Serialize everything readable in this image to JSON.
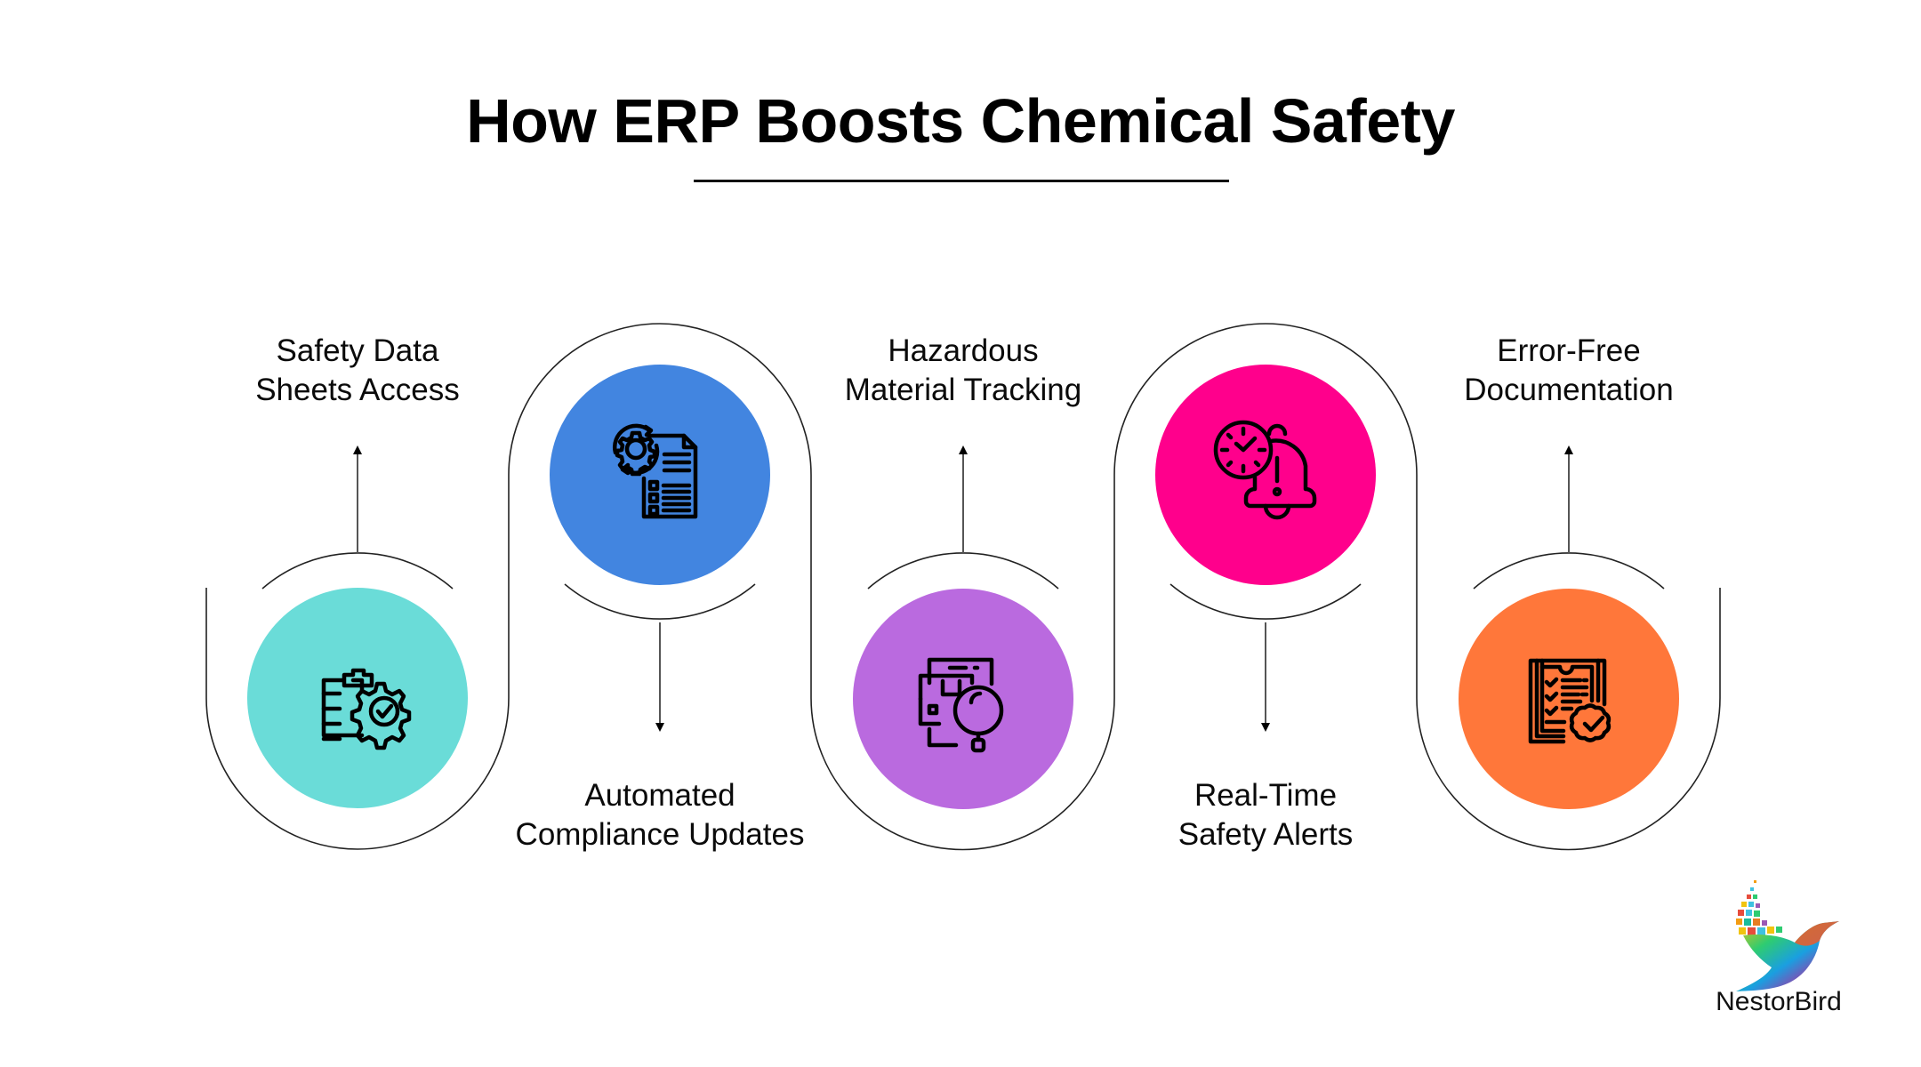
{
  "header": {
    "title": "How ERP Boosts Chemical Safety"
  },
  "steps": [
    {
      "id": 1,
      "position": "bottom",
      "label_position": "above",
      "label_lines": [
        "Safety Data",
        "Sheets Access"
      ],
      "color": "#6ADCD8",
      "icon": "clipboard-gear-check-icon",
      "arrow": "up"
    },
    {
      "id": 2,
      "position": "top",
      "label_position": "below",
      "label_lines": [
        "Automated",
        "Compliance Updates"
      ],
      "color": "#4285E0",
      "icon": "gear-refresh-document-icon",
      "arrow": "down"
    },
    {
      "id": 3,
      "position": "bottom",
      "label_position": "above",
      "label_lines": [
        "Hazardous",
        "Material Tracking"
      ],
      "color": "#BA6ADF",
      "icon": "mobile-box-search-icon",
      "arrow": "up"
    },
    {
      "id": 4,
      "position": "top",
      "label_position": "below",
      "label_lines": [
        "Real-Time",
        "Safety Alerts"
      ],
      "color": "#FF008C",
      "icon": "clock-bell-alert-icon",
      "arrow": "down"
    },
    {
      "id": 5,
      "position": "bottom",
      "label_position": "above",
      "label_lines": [
        "Error-Free",
        "Documentation"
      ],
      "color": "#FF773A",
      "icon": "checklist-badge-icon",
      "arrow": "up"
    }
  ],
  "branding": {
    "logo_icon": "colorful-bird-logo-icon",
    "name": "NestorBird"
  }
}
